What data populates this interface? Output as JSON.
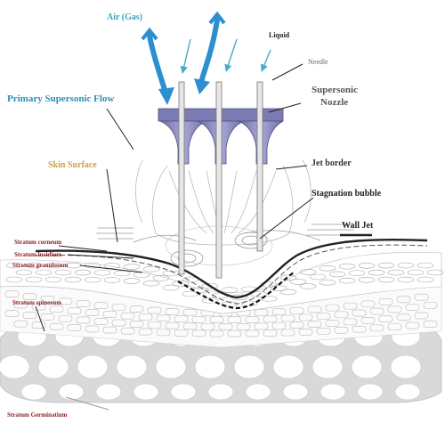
{
  "labels": {
    "air_gas": "Air (Gas)",
    "liquid": "Liquid",
    "needle": "Needle",
    "primary_flow": "Primary Supersonic Flow",
    "supersonic": "Supersonic",
    "nozzle": "Nozzle",
    "skin_surface": "Skin Surface",
    "jet_border": "Jet border",
    "stagnation_bubble": "Stagnation bubble",
    "wall_jet": "Wall Jet",
    "stratum_corneum": "Stratum corneum",
    "stratum_lucidum": "Stratum lucidium",
    "stratum_granulosum": "Stratum granulosum",
    "stratum_spinosum": "Stratum spinosum",
    "stratum_germinativum": "Stratum Germinatium"
  },
  "colors": {
    "air_arrow": "#2b8fd0",
    "flow_text": "#2f8fb8",
    "skin_text": "#c8a24a",
    "nozzle": "#8e8ec4",
    "nozzle_dark": "#5c5c8e",
    "ink": "#222222",
    "cell_fill": "#d6d6d6"
  }
}
